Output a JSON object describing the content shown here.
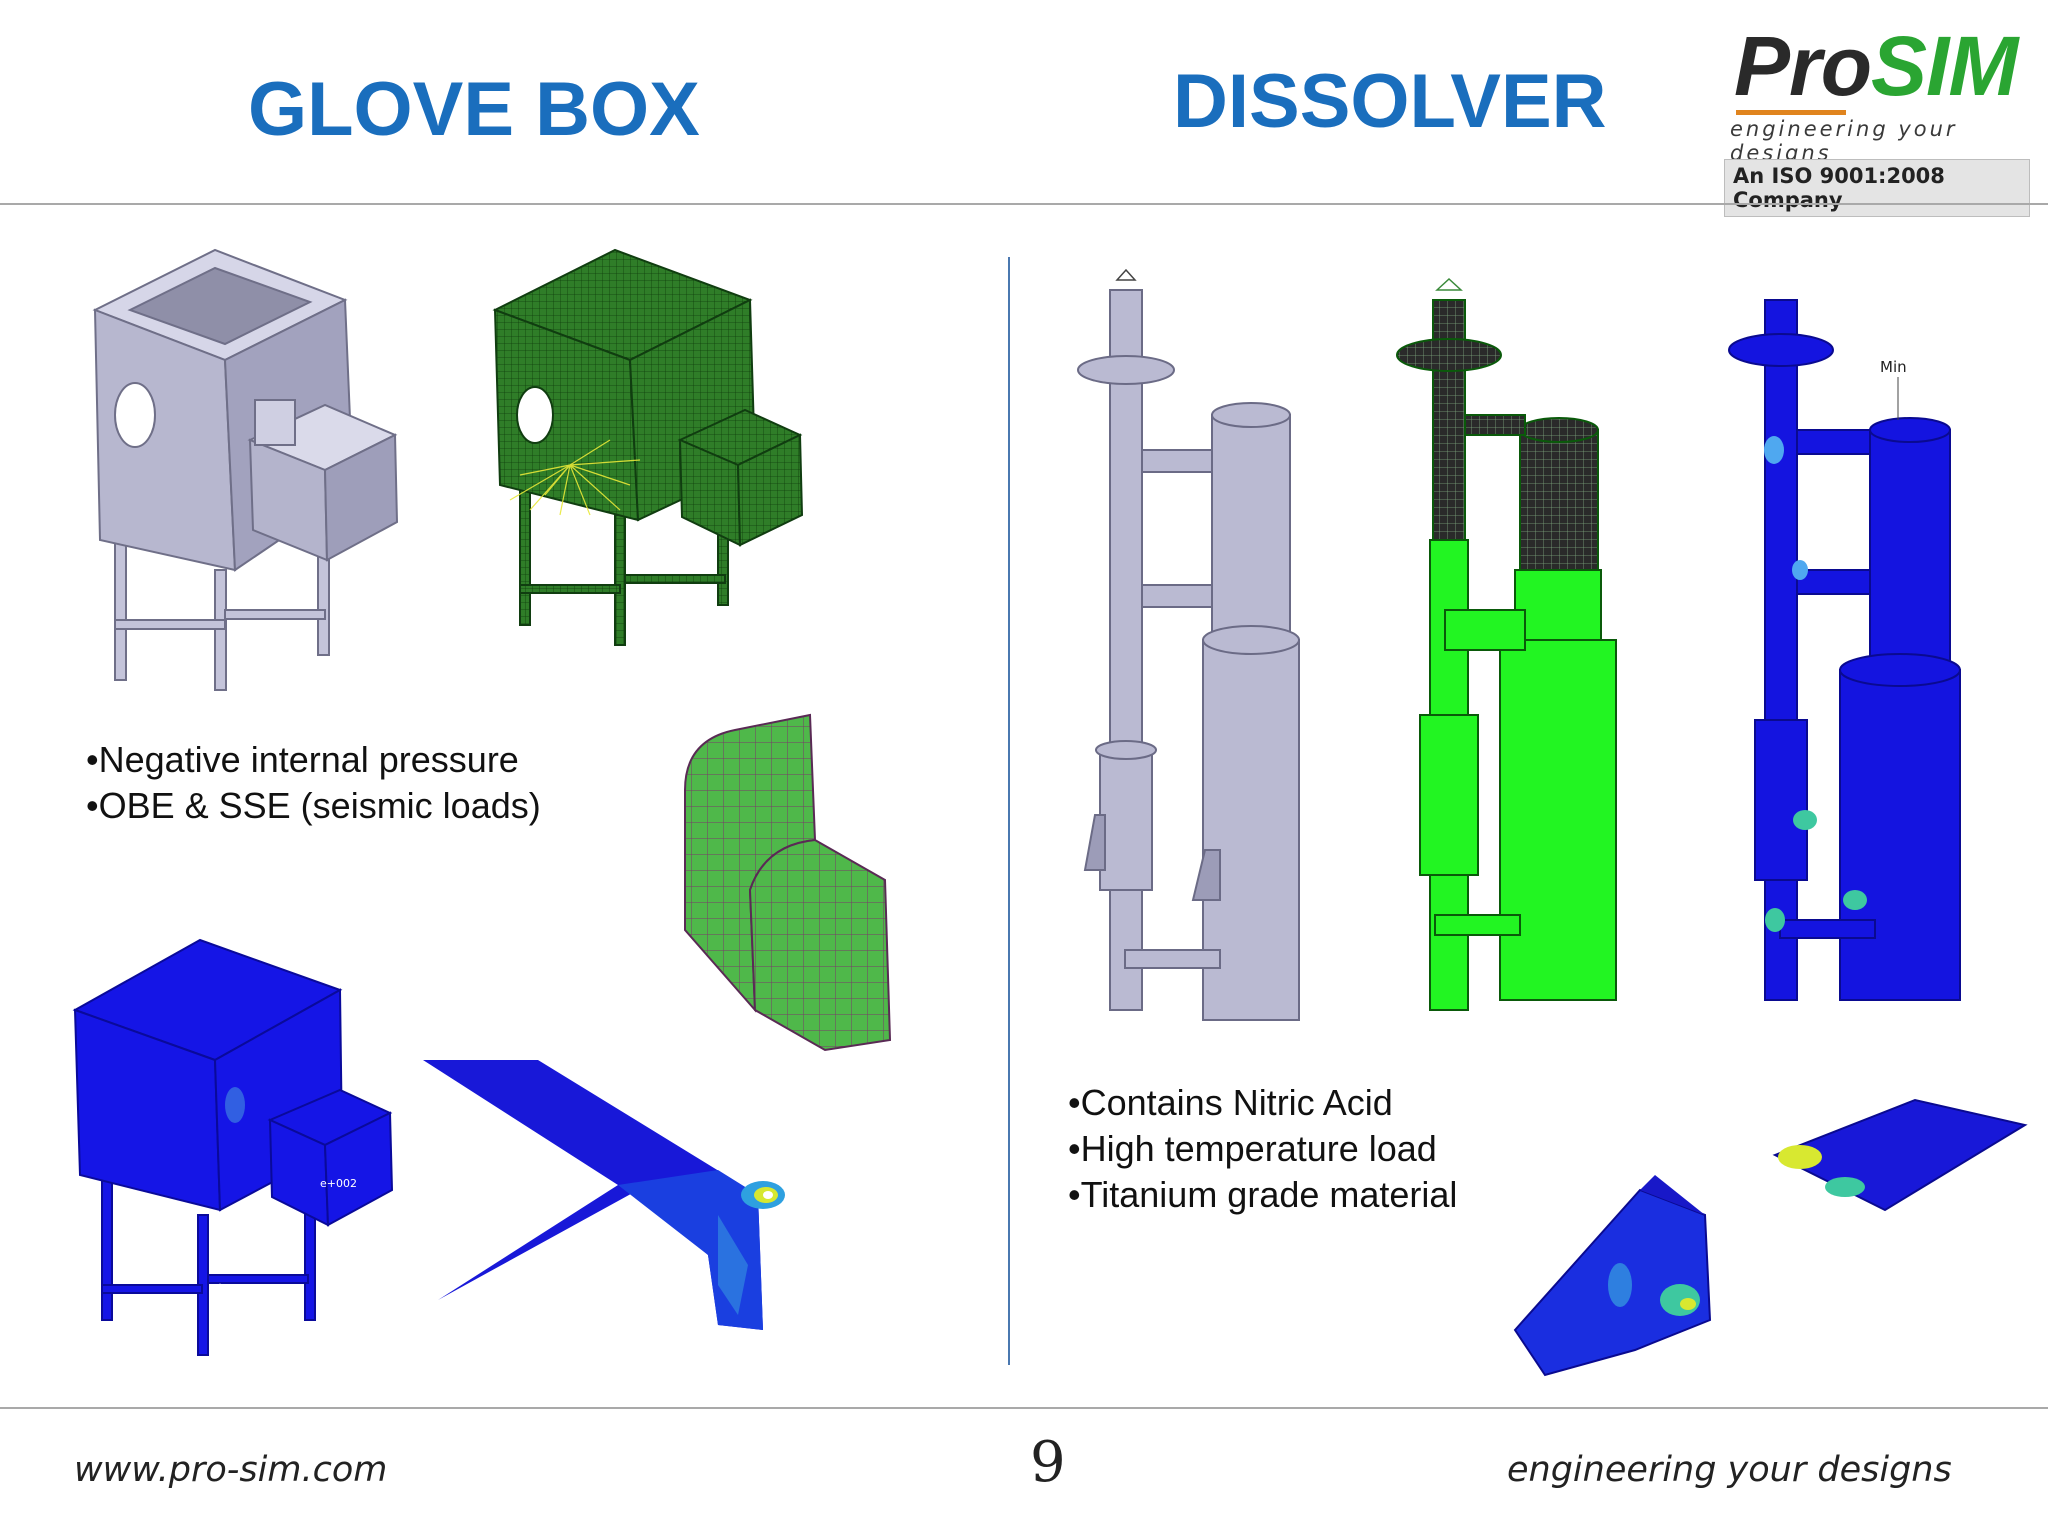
{
  "titles": {
    "left": "GLOVE BOX",
    "right": "DISSOLVER"
  },
  "logo": {
    "pro": "Pro",
    "sim": "SIM",
    "tagline": "engineering your designs",
    "iso": "An ISO 9001:2008 Company"
  },
  "glovebox_bullets": [
    "•Negative internal pressure",
    "•OBE & SSE (seismic loads)"
  ],
  "dissolver_bullets": [
    "•Contains Nitric Acid",
    "•High temperature load",
    "•Titanium grade material"
  ],
  "annotations": {
    "dissolver_min": "Min"
  },
  "footer": {
    "website": "www.pro-sim.com",
    "page": "9",
    "tagline": "engineering your designs"
  },
  "colors": {
    "title_blue": "#1a6ebd",
    "mesh_green": "#2f7d28",
    "fea_blue": "#1010e0",
    "bright_green": "#22f522",
    "cad_gray": "#b9b9d2"
  }
}
